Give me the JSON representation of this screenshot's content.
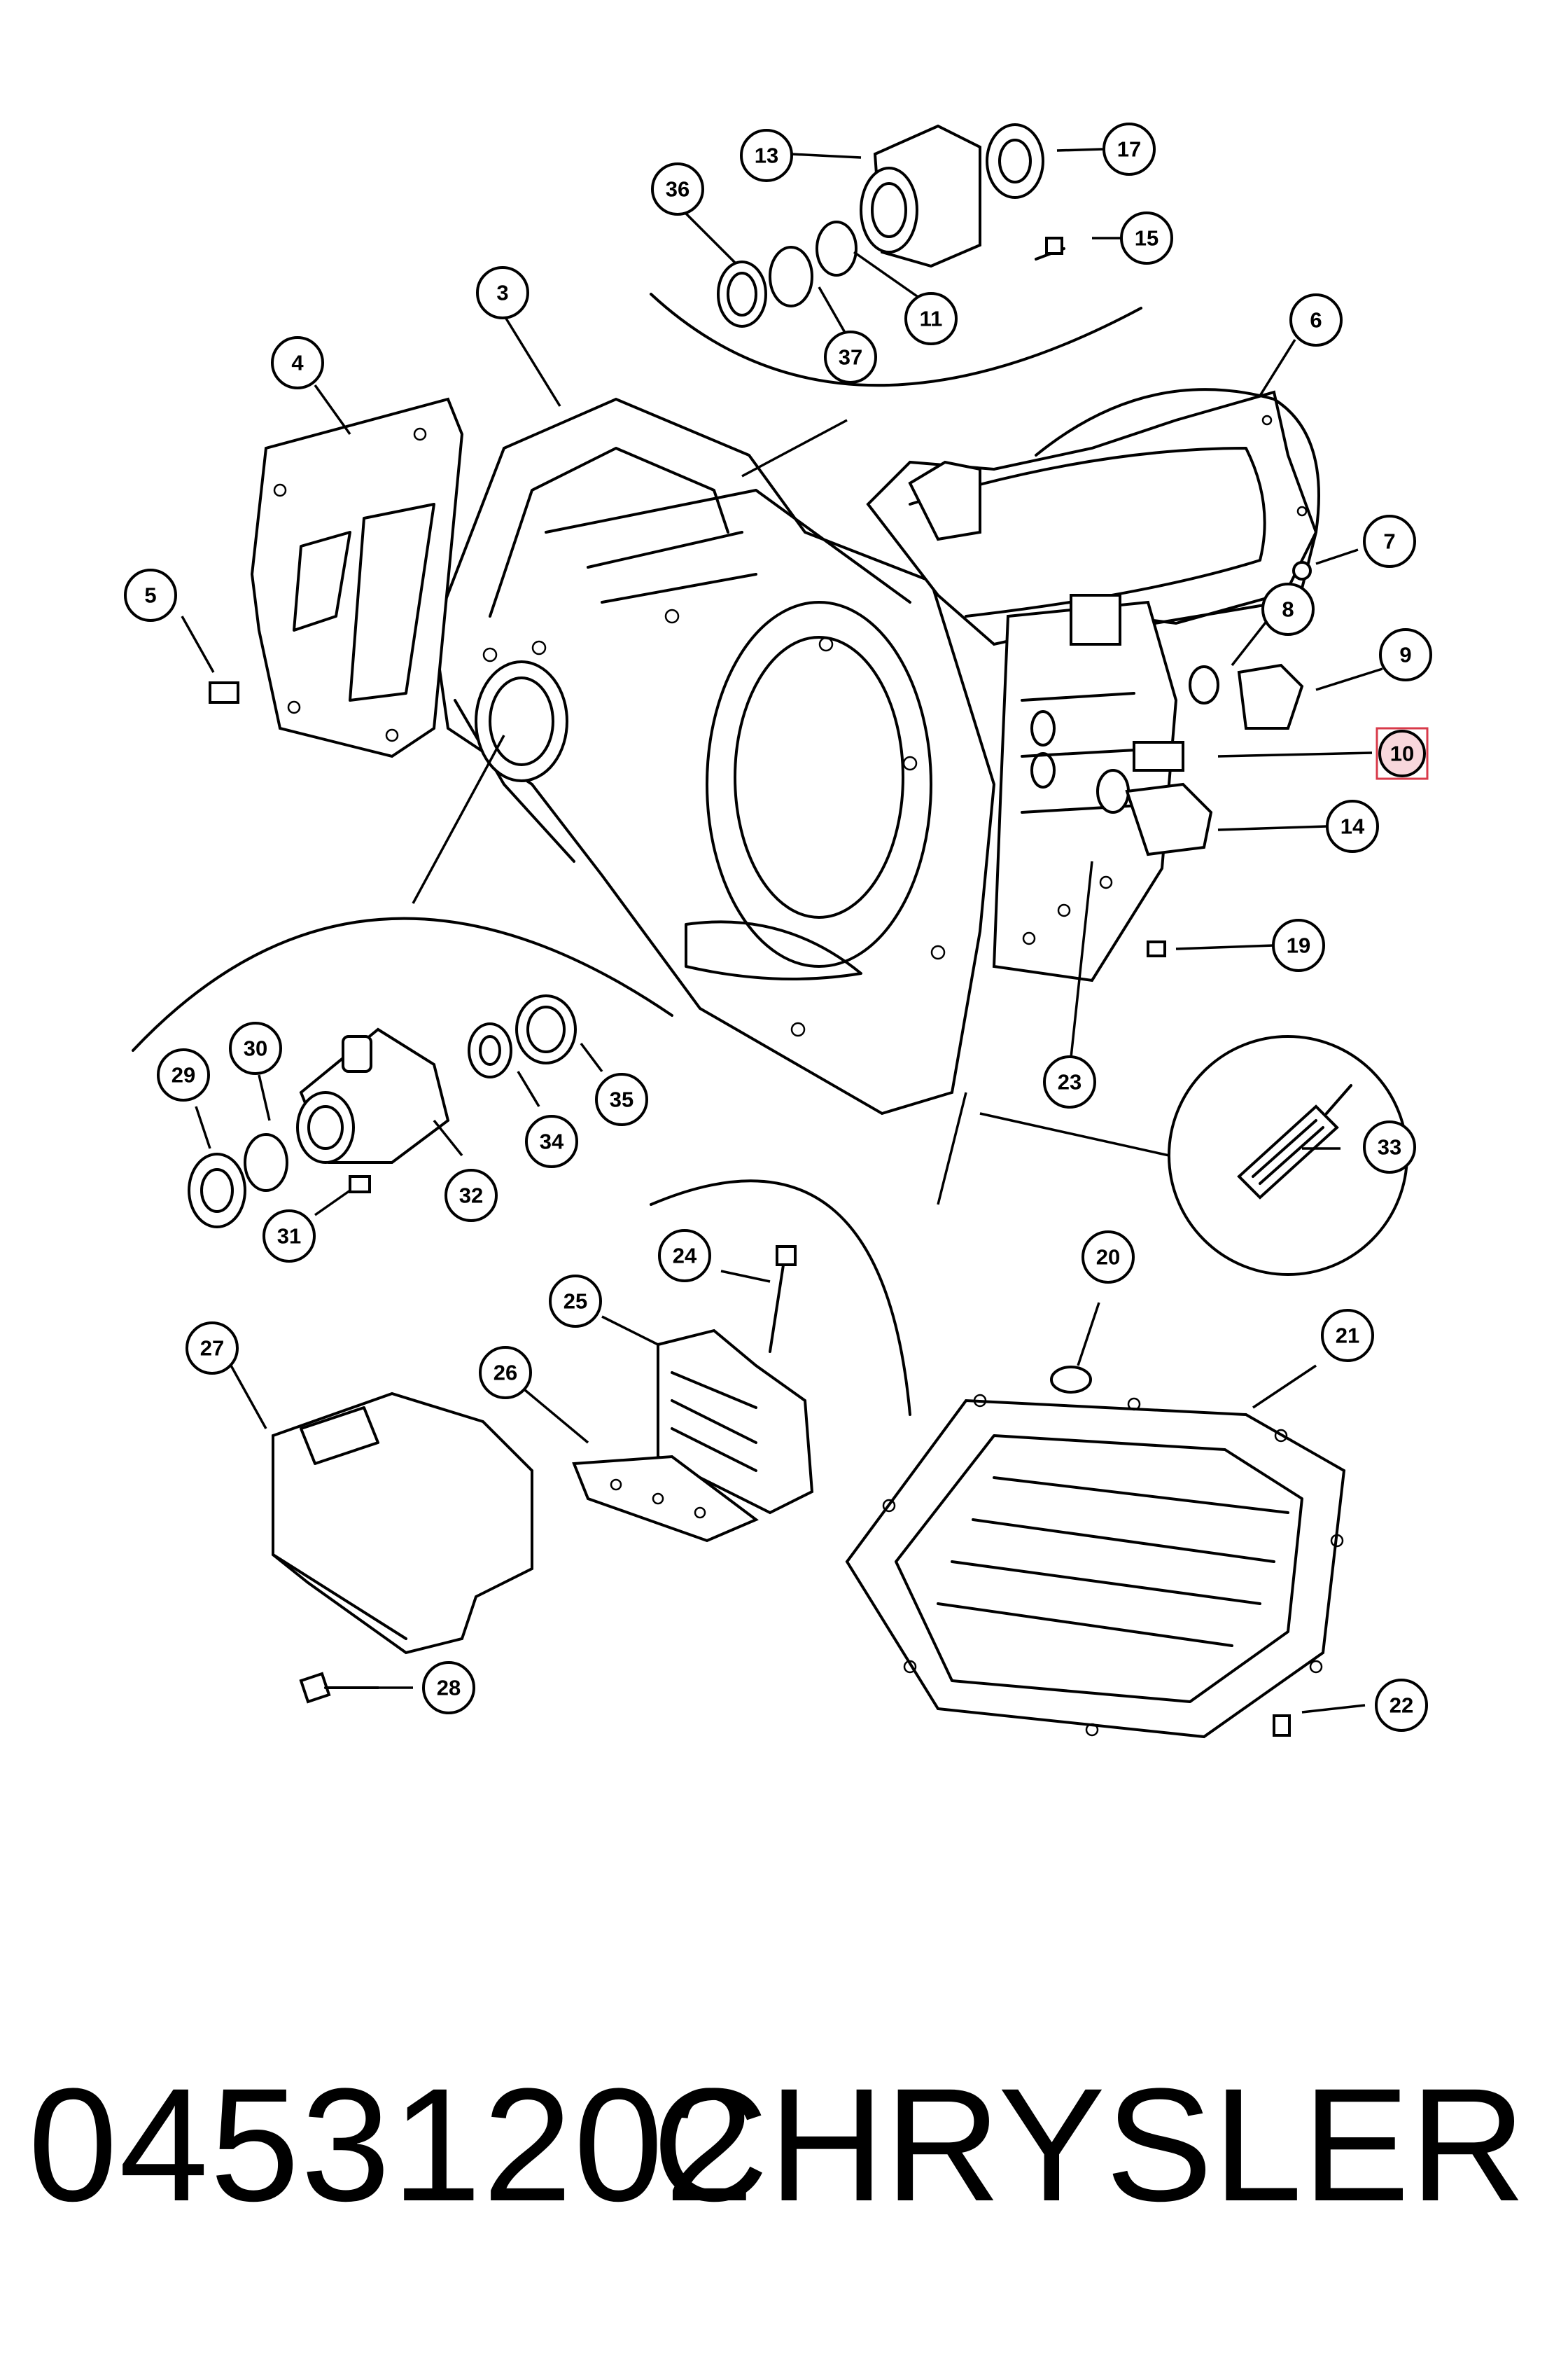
{
  "diagram": {
    "callouts": [
      "13",
      "17",
      "36",
      "15",
      "11",
      "37",
      "3",
      "4",
      "6",
      "7",
      "5",
      "8",
      "9",
      "10",
      "14",
      "19",
      "23",
      "33",
      "29",
      "30",
      "35",
      "34",
      "32",
      "31",
      "24",
      "20",
      "25",
      "21",
      "27",
      "26",
      "22",
      "28"
    ],
    "highlighted_callout": "10",
    "highlight_color": "#d83a4a"
  },
  "footer": {
    "part_number": "04531202",
    "brand": "CHRYSLER"
  }
}
